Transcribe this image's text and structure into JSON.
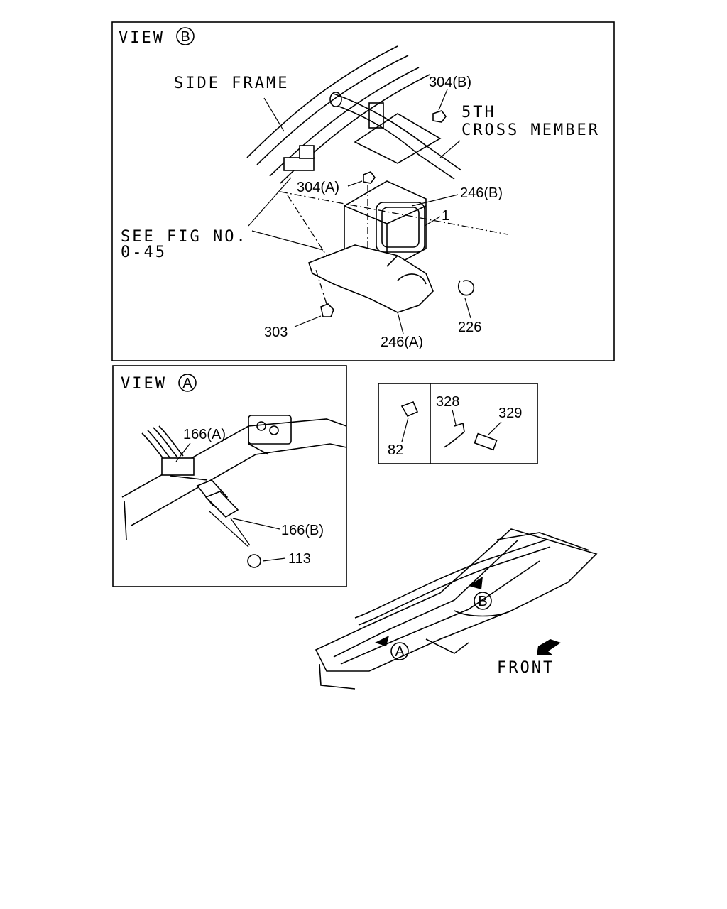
{
  "view_b": {
    "view_word": "VIEW",
    "view_letter": "B",
    "side_frame": "SIDE FRAME",
    "cross_member_line1": "5TH",
    "cross_member_line2": "CROSS MEMBER",
    "see_fig_line1": "SEE FIG NO.",
    "see_fig_line2": "0-45",
    "parts": [
      "304(B)",
      "304(A)",
      "246(B)",
      "1",
      "303",
      "246(A)",
      "226"
    ]
  },
  "view_a": {
    "view_word": "VIEW",
    "view_letter": "A",
    "parts": [
      "166(A)",
      "166(B)",
      "113"
    ]
  },
  "parts_box": {
    "parts": [
      "82",
      "328",
      "329"
    ]
  },
  "chassis": {
    "marker_a": "A",
    "marker_b": "B",
    "front": "FRONT"
  }
}
